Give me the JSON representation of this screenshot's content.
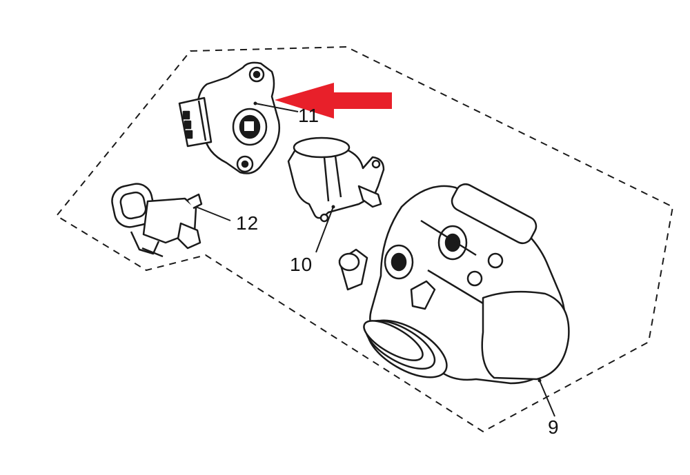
{
  "diagram": {
    "parts": [
      {
        "id": "9",
        "label": "9"
      },
      {
        "id": "10",
        "label": "10"
      },
      {
        "id": "11",
        "label": "11"
      },
      {
        "id": "12",
        "label": "12"
      }
    ],
    "colors": {
      "line": "#1a1a1a",
      "arrow": "#e8202a",
      "background": "#ffffff"
    }
  }
}
